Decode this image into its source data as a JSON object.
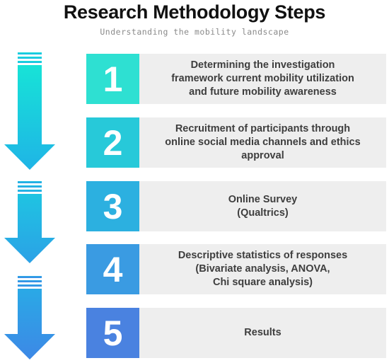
{
  "header": {
    "title": "Research Methodology Steps",
    "subtitle": "Understanding the mobility landscape"
  },
  "steps": [
    {
      "number": "1",
      "text": "Determining the investigation\nframework current mobility utilization\nand future mobility awareness",
      "color": "#2ee0d2"
    },
    {
      "number": "2",
      "text": "Recruitment of participants through\nonline social media channels and ethics\napproval",
      "color": "#27c9d9"
    },
    {
      "number": "3",
      "text": "Online Survey\n(Qualtrics)",
      "color": "#2cb0e0"
    },
    {
      "number": "4",
      "text": "Descriptive statistics of responses\n(Bivariate analysis, ANOVA,\nChi square analysis)",
      "color": "#3a9be2"
    },
    {
      "number": "5",
      "text": "Results",
      "color": "#4a82e0"
    }
  ],
  "arrows": [
    {
      "name": "arrow-down-icon",
      "from": "#17e3d7",
      "to": "#1fb4e6"
    },
    {
      "name": "arrow-down-icon",
      "from": "#1fc4e2",
      "to": "#2ba1e6"
    },
    {
      "name": "arrow-down-icon",
      "from": "#2aa9e6",
      "to": "#3d88e6"
    }
  ]
}
